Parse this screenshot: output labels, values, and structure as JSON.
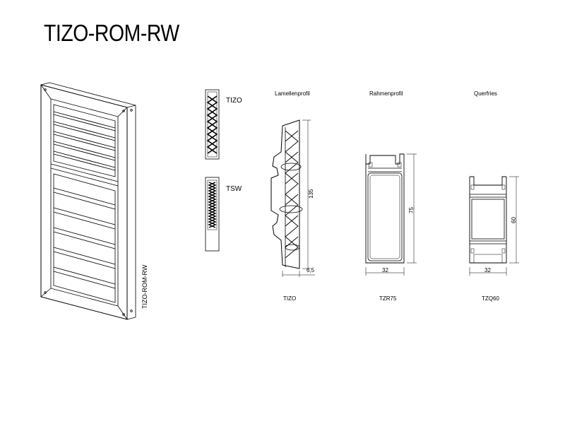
{
  "title": "TIZO-ROM-RW",
  "door": {
    "side_label": "TIZO-ROM-RW"
  },
  "sections": [
    {
      "label": "TIZO"
    },
    {
      "label": "TSW"
    }
  ],
  "profiles": [
    {
      "heading": "Lamellenprofil",
      "code": "TIZO",
      "dim_height": "135",
      "dim_width": "6,5"
    },
    {
      "heading": "Rahmenprofil",
      "code": "TZR75",
      "dim_height": "75",
      "dim_width": "32"
    },
    {
      "heading": "Querfries",
      "code": "TZQ60",
      "dim_height": "60",
      "dim_width": "32"
    }
  ]
}
